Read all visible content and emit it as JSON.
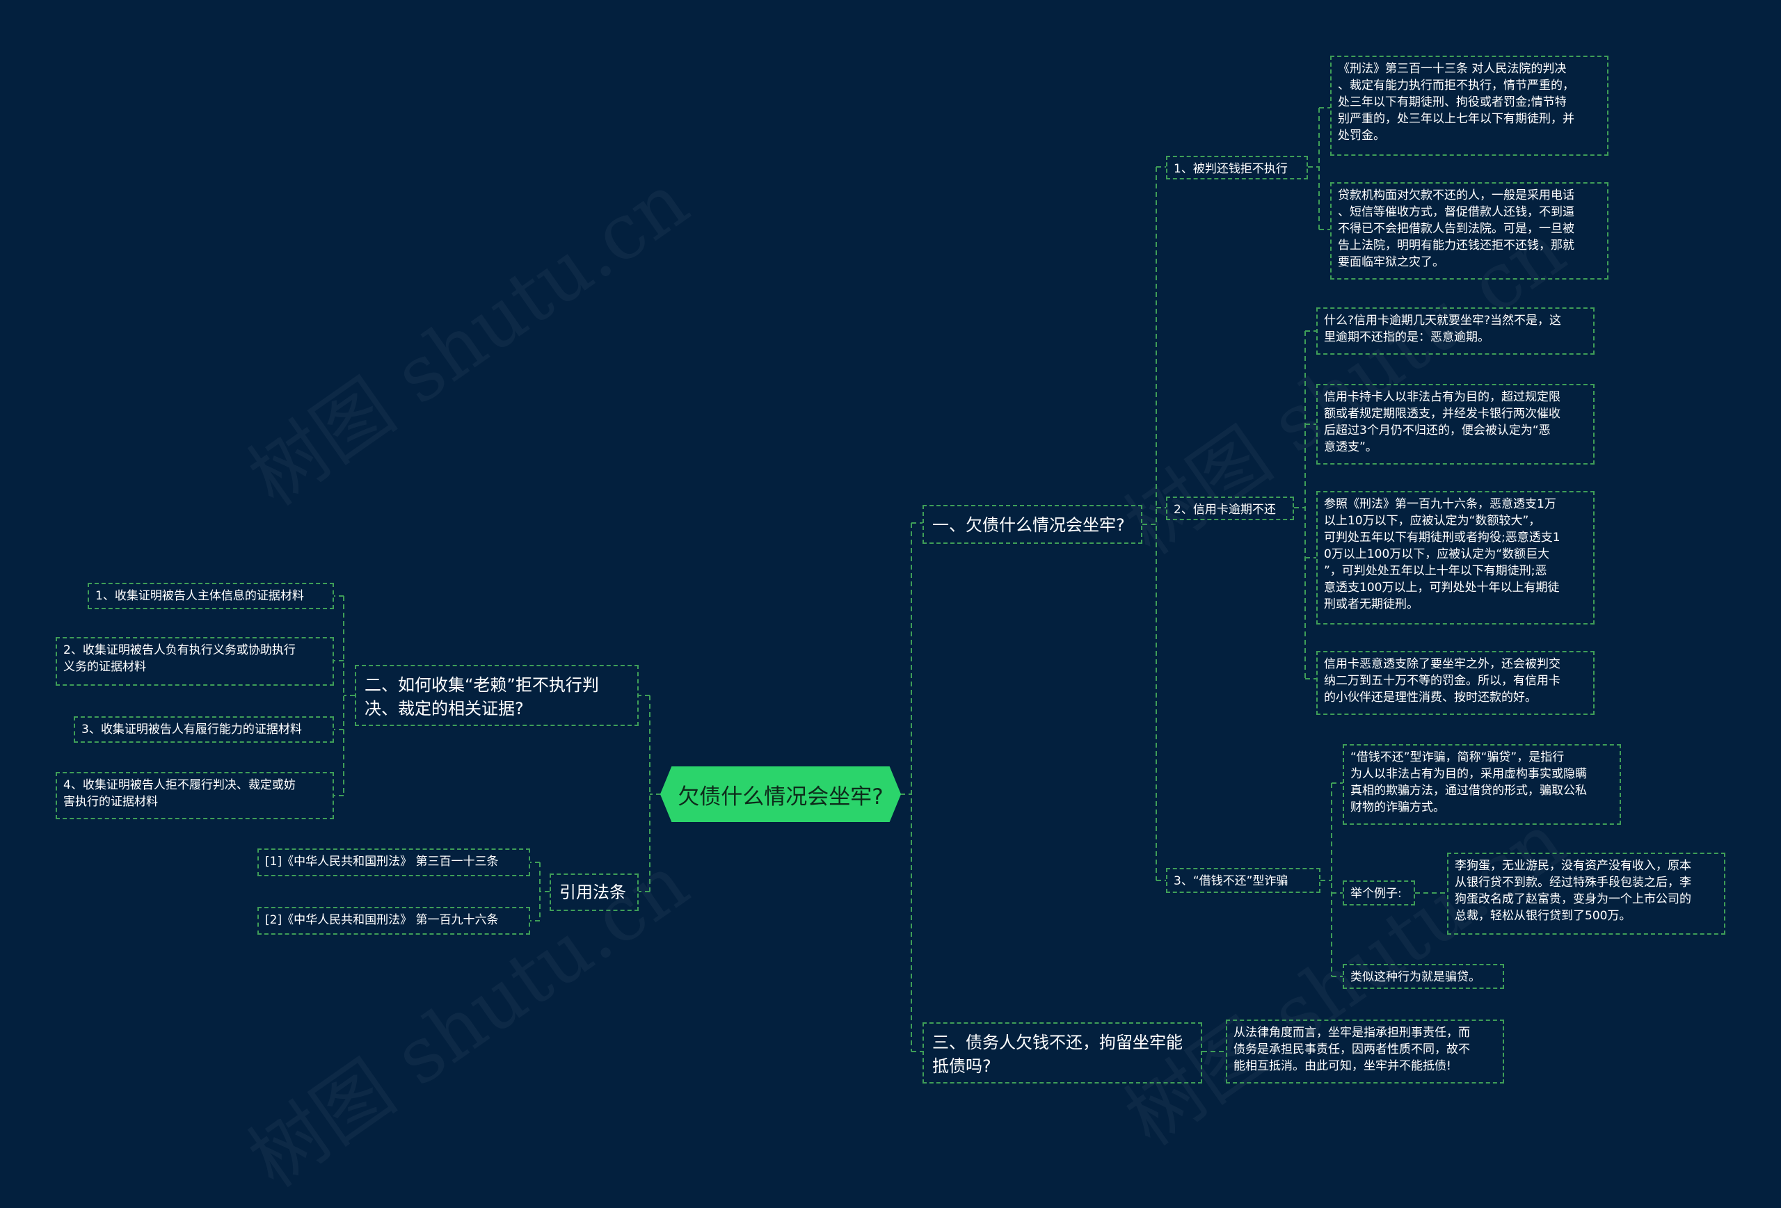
{
  "watermark": "树图 shutu.cn",
  "colors": {
    "background": "#03203e",
    "line": "#3f9e58",
    "root_fill": "#2bd46b",
    "text": "#ffffff"
  },
  "root": {
    "label": "欠债什么情况会坐牢?"
  },
  "branch1": {
    "label": "一、欠债什么情况会坐牢?",
    "sub1": {
      "label": "1、被判还钱拒不执行",
      "leaf1": "《刑法》第三百一十三条 对人民法院的判决\n、裁定有能力执行而拒不执行，情节严重的，\n处三年以下有期徒刑、拘役或者罚金;情节特\n别严重的，处三年以上七年以下有期徒刑，并\n处罚金。",
      "leaf2": "贷款机构面对欠款不还的人，一般是采用电话\n、短信等催收方式，督促借款人还钱，不到逼\n不得已不会把借款人告到法院。可是，一旦被\n告上法院，明明有能力还钱还拒不还钱，那就\n要面临牢狱之灾了。"
    },
    "sub2": {
      "label": "2、信用卡逾期不还",
      "leaf1": "什么?信用卡逾期几天就要坐牢?当然不是，这\n里逾期不还指的是：恶意逾期。",
      "leaf2": "信用卡持卡人以非法占有为目的，超过规定限\n额或者规定期限透支，并经发卡银行两次催收\n后超过3个月仍不归还的，便会被认定为“恶\n意透支”。",
      "leaf3": "参照《刑法》第一百九十六条，恶意透支1万\n以上10万以下，应被认定为“数额较大”，\n可判处五年以下有期徒刑或者拘役;恶意透支1\n0万以上100万以下，应被认定为“数额巨大\n”，可判处处五年以上十年以下有期徒刑;恶\n意透支100万以上，可判处处十年以上有期徒\n刑或者无期徒刑。",
      "leaf4": "信用卡恶意透支除了要坐牢之外，还会被判交\n纳二万到五十万不等的罚金。所以，有信用卡\n的小伙伴还是理性消费、按时还款的好。"
    },
    "sub3": {
      "label": "3、“借钱不还”型诈骗",
      "leaf1": "“借钱不还”型诈骗，简称“骗贷”，是指行\n为人以非法占有为目的，采用虚构事实或隐瞒\n真相的欺骗方法，通过借贷的形式，骗取公私\n财物的诈骗方式。",
      "example_label": "举个例子:",
      "example_text": "李狗蛋，无业游民，没有资产没有收入，原本\n从银行贷不到款。经过特殊手段包装之后，李\n狗蛋改名成了赵富贵，变身为一个上市公司的\n总裁，轻松从银行贷到了500万。",
      "leaf3": "类似这种行为就是骗贷。"
    }
  },
  "branch3": {
    "label": "三、债务人欠钱不还，拘留坐牢能\n抵债吗?",
    "leaf1": "从法律角度而言，坐牢是指承担刑事责任，而\n债务是承担民事责任，因两者性质不同，故不\n能相互抵消。由此可知，坐牢并不能抵债!"
  },
  "branch2": {
    "label": "二、如何收集“老赖”拒不执行判\n决、裁定的相关证据?",
    "leaf1": "1、收集证明被告人主体信息的证据材料",
    "leaf2": "2、收集证明被告人负有执行义务或协助执行\n义务的证据材料",
    "leaf3": "3、收集证明被告人有履行能力的证据材料",
    "leaf4": "4、收集证明被告人拒不履行判决、裁定或妨\n害执行的证据材料"
  },
  "branch4": {
    "label": "引用法条",
    "leaf1": "[1]《中华人民共和国刑法》 第三百一十三条",
    "leaf2": "[2]《中华人民共和国刑法》 第一百九十六条"
  }
}
